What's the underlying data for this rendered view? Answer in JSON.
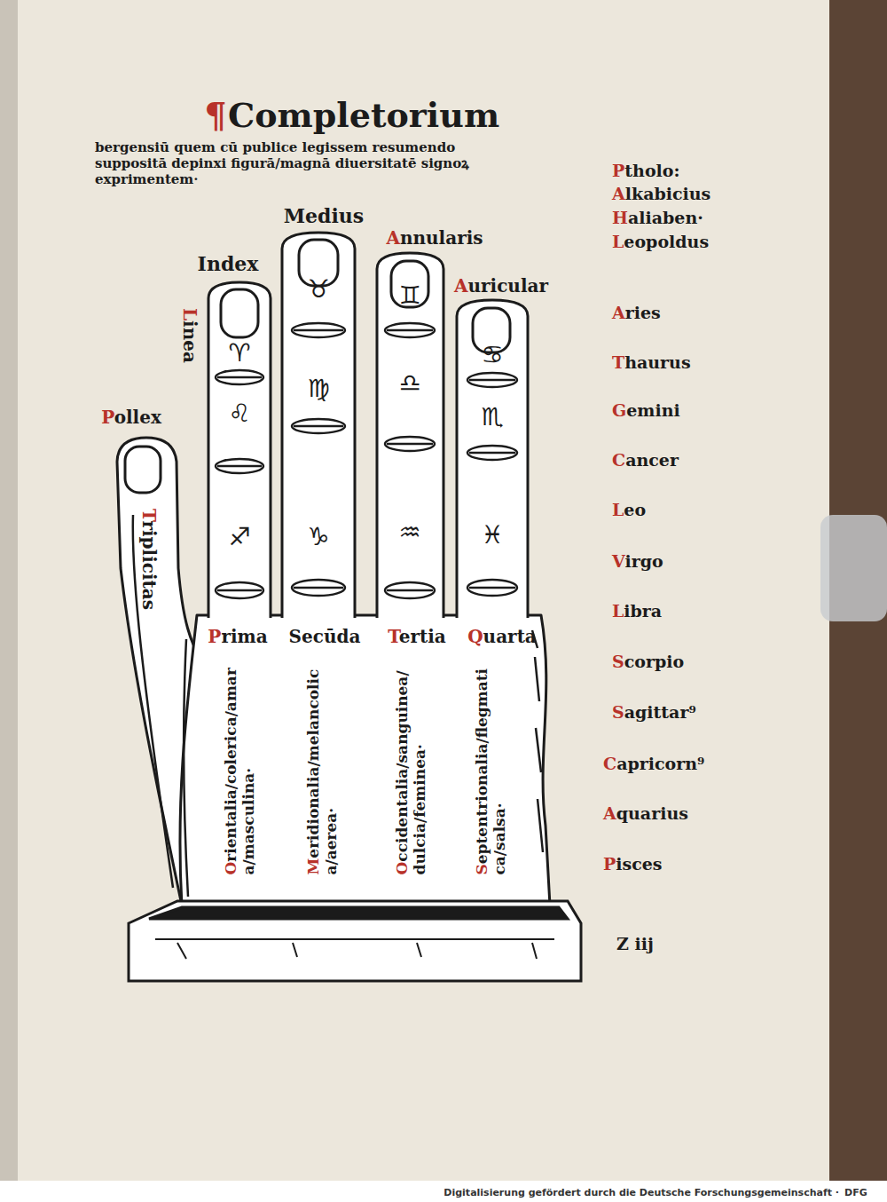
{
  "diagram": {
    "title": "Completorium",
    "labels": [
      "¶",
      "bergensiū quem cū publice legissem resumendo suppositā depinxi figurā/magnā diuersitatē signoꝝ exprimentem·",
      "Medius",
      "Annularis",
      "Index",
      "Auricular",
      "Linea",
      "♈",
      "♉",
      "♊",
      "♋",
      "Pollex",
      "♌",
      "♍",
      "♎",
      "♏",
      "♐",
      "♑",
      "♒",
      "♓",
      "Triplicitas",
      "Prima",
      "Secūda",
      "Tertia",
      "Quarta",
      "Orientalia/colerica/amara/masculina·",
      "Meridionalia/melancolica/aerea·",
      "Occidentalia/sanguinea/dulcia/feminea·",
      "Septentrionalia/flegmatica/salsa·",
      "Ptholo:",
      "Alkabicius",
      "Haliaben·",
      "Leopoldus",
      "Aries",
      "Thaurus",
      "Gemini",
      "Cancer",
      "Leo",
      "Virgo",
      "Libra",
      "Scorpio",
      "Sagittar⁹",
      "Capricorn⁹",
      "Aquarius",
      "Pisces",
      "Z iij",
      "Digitalisierung gefördert durch die Deutsche Forschungsgemeinschaft ·",
      "DFG"
    ]
  }
}
